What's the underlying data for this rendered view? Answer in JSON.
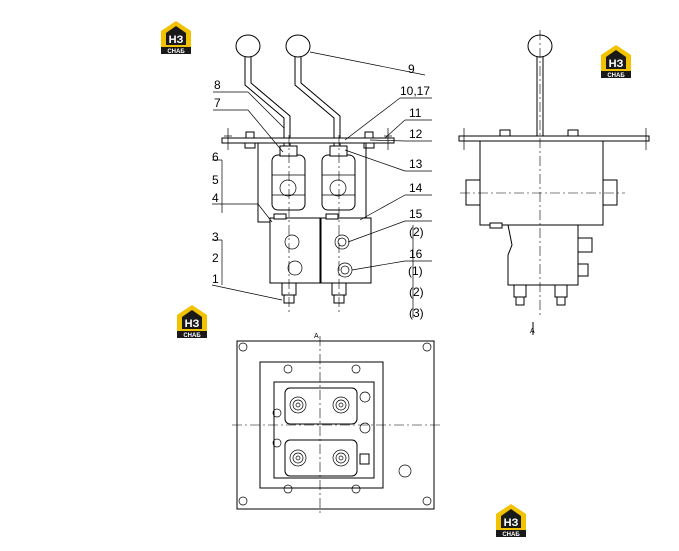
{
  "brand": {
    "logo_letters": "НЗ",
    "logo_word": "СНАБ",
    "accent_color": "#f2c200",
    "dark_color": "#1a1a1a"
  },
  "callouts": {
    "c1": "1",
    "c2": "2",
    "c3": "3",
    "c4": "4",
    "c5": "5",
    "c6": "6",
    "c7": "7",
    "c8": "8",
    "c9": "9",
    "c10_17": "10,17",
    "c11": "11",
    "c12": "12",
    "c13": "13",
    "c14": "14",
    "c15": "15",
    "c15_sub": "(2)",
    "c16": "16",
    "c16_sub1": "(1)",
    "c16_sub2": "(2)",
    "c16_sub3": "(3)"
  },
  "section_marks": {
    "a_front": "A",
    "a_side": "A"
  }
}
